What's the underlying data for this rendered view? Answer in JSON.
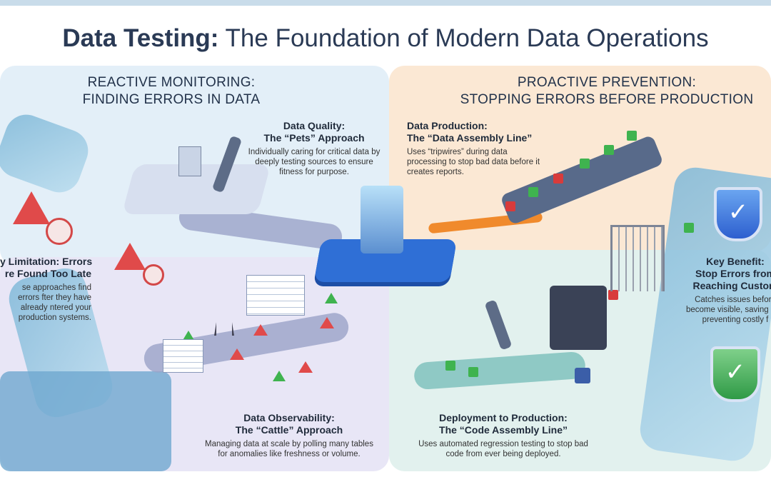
{
  "title": {
    "bold": "Data Testing:",
    "rest": " The Foundation of Modern Data Operations"
  },
  "reactive": {
    "heading": "REACTIVE MONITORING:",
    "subheading": "FINDING ERRORS IN DATA"
  },
  "proactive": {
    "heading": "PROACTIVE PREVENTION:",
    "subheading": "STOPPING ERRORS BEFORE PRODUCTION"
  },
  "pets": {
    "title1": "Data Quality:",
    "title2": "The “Pets” Approach",
    "desc": "Individually caring for critical data by deeply testing sources to ensure fitness for purpose."
  },
  "assembly": {
    "title1": "Data Production:",
    "title2": "The “Data Assembly Line”",
    "desc": "Uses “tripwires” during data processing to stop bad data before it creates reports."
  },
  "limitation": {
    "title1": "y Limitation: Errors",
    "title2": "re Found Too Late",
    "desc": "se approaches find errors fter they have already ntered your production systems."
  },
  "benefit": {
    "title1": "Key Benefit:",
    "title2": "Stop Errors from",
    "title3": "Reaching Custom",
    "desc": "Catches issues before become visible, saving and preventing costly f"
  },
  "observability": {
    "title1": "Data Observability:",
    "title2": "The “Cattle” Approach",
    "desc": "Managing data at scale by polling many tables for anomalies like freshness or volume."
  },
  "deployment": {
    "title1": "Deployment to Production:",
    "title2": "The “Code Assembly Line”",
    "desc": "Uses automated regression testing to stop bad code from ever being deployed."
  },
  "colors": {
    "navy": "#2a3a55",
    "hub": "#2f6fd6",
    "warn": "#e04a4a",
    "ok": "#3fb34f",
    "orange": "#f08a2c"
  }
}
